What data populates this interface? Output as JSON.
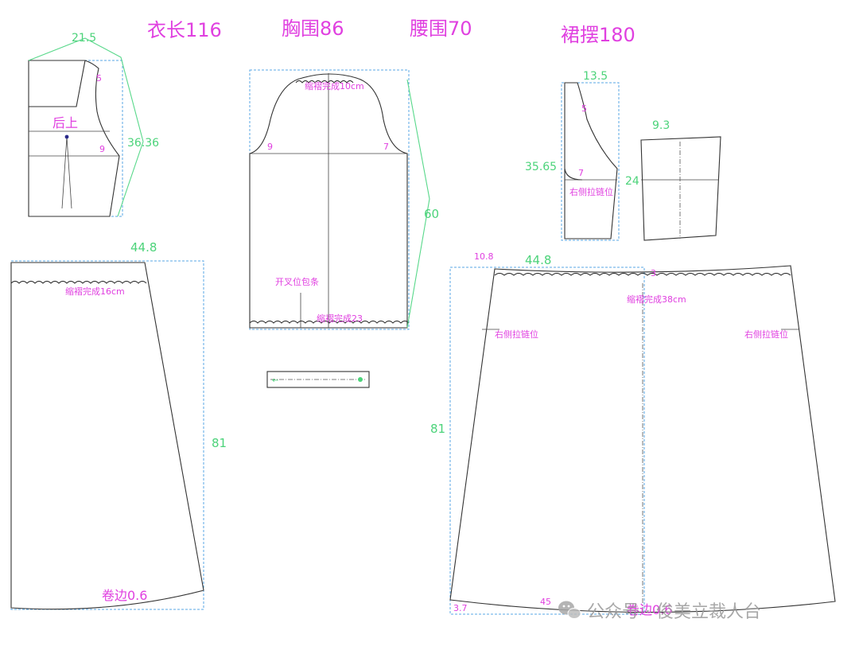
{
  "titles": {
    "length": "衣长116",
    "bust": "胸围86",
    "waist": "腰围70",
    "hem": "裙摆180"
  },
  "back_bodice": {
    "label": "后上",
    "shoulder_width": "21.5",
    "side_length": "36.36",
    "dart_mark_5": "5",
    "dart_mark_9": "9"
  },
  "sleeve": {
    "gather_note": "缩褶完成10cm",
    "left_mark": "9",
    "right_mark": "7",
    "slit_note": "开叉位包条",
    "hem_note": "缩褶完成23",
    "side_length": "60"
  },
  "front_bodice": {
    "top_width": "13.5",
    "left_height": "35.65",
    "dart_mark_5": "5",
    "dart_mark_7": "7",
    "zipper_note": "右侧拉链位",
    "panel_width": "9.3",
    "panel_height": "24"
  },
  "left_skirt": {
    "top_width": "44.8",
    "gather_note": "缩褶完成16cm",
    "height": "81",
    "hem_note": "卷边0.6"
  },
  "right_skirt": {
    "corner_width": "10.8",
    "top_width": "44.8",
    "mark_3": "3",
    "gather_note": "缩褶完成38cm",
    "zipper_left": "右侧拉链位",
    "zipper_right": "右侧拉链位",
    "height": "81",
    "bottom_mark_45": "45",
    "bottom_mark_37": "3.7",
    "hem_note": "卷边0.6"
  },
  "watermark": {
    "text": "公众号 · 俊美立裁人台"
  },
  "colors": {
    "label_pink": "#e040e0",
    "dimension_green": "#4cd37a",
    "guide_blue": "#5aa7e6",
    "outline": "#333333"
  },
  "icons": [
    "wechat-icon",
    "notch-marker",
    "grain-arrow"
  ]
}
